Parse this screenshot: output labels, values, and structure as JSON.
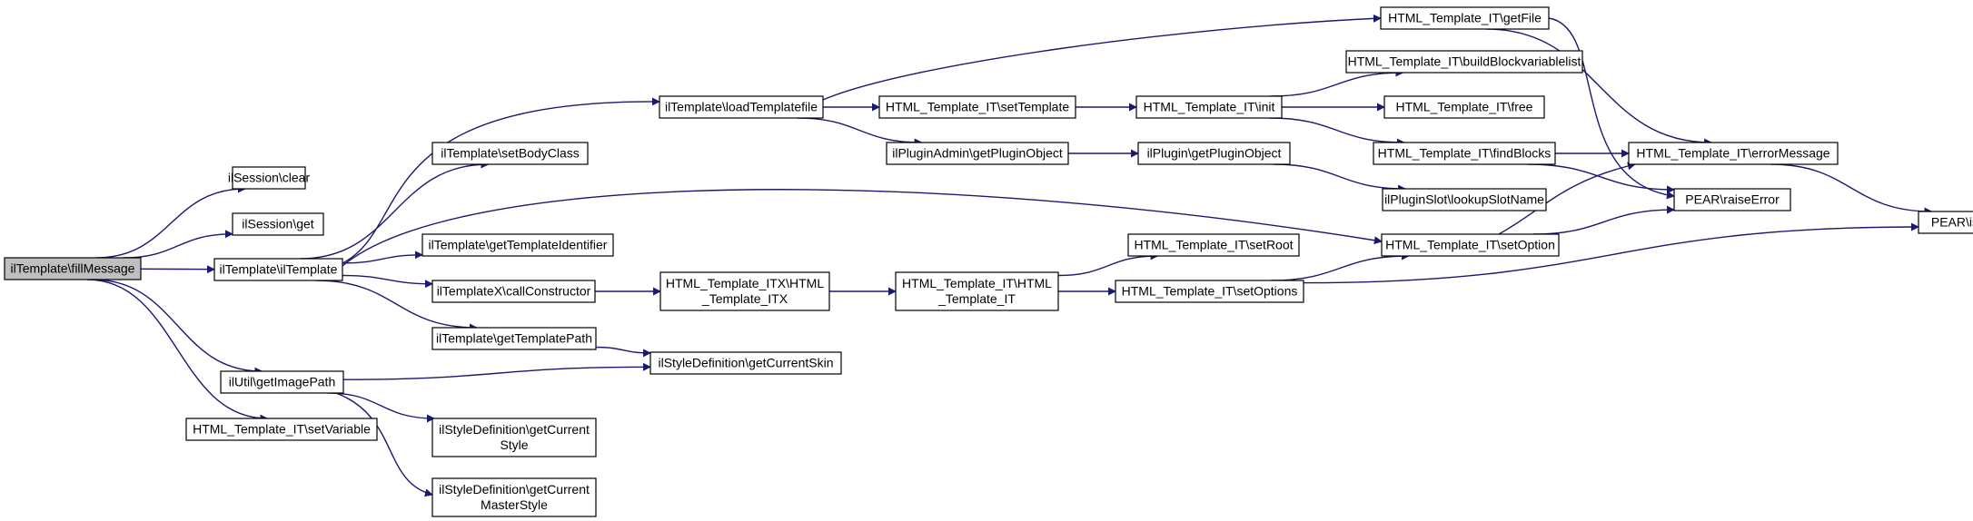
{
  "colors": {
    "edge": "#191970",
    "node_fill": "#ffffff",
    "root_fill": "#bfbfbf",
    "border": "#000000"
  },
  "nodes": [
    {
      "id": "fillMessage",
      "lines": [
        "ilTemplate\\fillMessage"
      ],
      "root": true
    },
    {
      "id": "sessionClear",
      "lines": [
        "ilSession\\clear"
      ]
    },
    {
      "id": "sessionGet",
      "lines": [
        "ilSession\\get"
      ]
    },
    {
      "id": "ilTemplateCtor",
      "lines": [
        "ilTemplate\\ilTemplate"
      ]
    },
    {
      "id": "getImagePath",
      "lines": [
        "ilUtil\\getImagePath"
      ]
    },
    {
      "id": "setVariable",
      "lines": [
        "HTML_Template_IT\\setVariable"
      ]
    },
    {
      "id": "loadTemplatefile",
      "lines": [
        "ilTemplate\\loadTemplatefile"
      ]
    },
    {
      "id": "setBodyClass",
      "lines": [
        "ilTemplate\\setBodyClass"
      ]
    },
    {
      "id": "getTemplateIdentifier",
      "lines": [
        "ilTemplate\\getTemplateIdentifier"
      ]
    },
    {
      "id": "callConstructor",
      "lines": [
        "ilTemplateX\\callConstructor"
      ]
    },
    {
      "id": "getTemplatePath",
      "lines": [
        "ilTemplate\\getTemplatePath"
      ]
    },
    {
      "id": "getCurrentSkin",
      "lines": [
        "ilStyleDefinition\\getCurrentSkin"
      ]
    },
    {
      "id": "getCurrentStyle",
      "lines": [
        "ilStyleDefinition\\getCurrent",
        "Style"
      ]
    },
    {
      "id": "getCurrentMasterStyle",
      "lines": [
        "ilStyleDefinition\\getCurrent",
        "MasterStyle"
      ]
    },
    {
      "id": "itxCtor",
      "lines": [
        "HTML_Template_ITX\\HTML",
        "_Template_ITX"
      ]
    },
    {
      "id": "itCtor",
      "lines": [
        "HTML_Template_IT\\HTML",
        "_Template_IT"
      ]
    },
    {
      "id": "setTemplate",
      "lines": [
        "HTML_Template_IT\\setTemplate"
      ]
    },
    {
      "id": "pluginAdminGet",
      "lines": [
        "ilPluginAdmin\\getPluginObject"
      ]
    },
    {
      "id": "itInit",
      "lines": [
        "HTML_Template_IT\\init"
      ]
    },
    {
      "id": "pluginGet",
      "lines": [
        "ilPlugin\\getPluginObject"
      ]
    },
    {
      "id": "setRoot",
      "lines": [
        "HTML_Template_IT\\setRoot"
      ]
    },
    {
      "id": "setOptions",
      "lines": [
        "HTML_Template_IT\\setOptions"
      ]
    },
    {
      "id": "getFile",
      "lines": [
        "HTML_Template_IT\\getFile"
      ]
    },
    {
      "id": "buildBlockvariablelist",
      "lines": [
        "HTML_Template_IT\\buildBlockvariablelist"
      ]
    },
    {
      "id": "itFree",
      "lines": [
        "HTML_Template_IT\\free"
      ]
    },
    {
      "id": "findBlocks",
      "lines": [
        "HTML_Template_IT\\findBlocks"
      ]
    },
    {
      "id": "lookupSlotName",
      "lines": [
        "ilPluginSlot\\lookupSlotName"
      ]
    },
    {
      "id": "setOption",
      "lines": [
        "HTML_Template_IT\\setOption"
      ]
    },
    {
      "id": "errorMessage",
      "lines": [
        "HTML_Template_IT\\errorMessage"
      ]
    },
    {
      "id": "raiseError",
      "lines": [
        "PEAR\\raiseError"
      ]
    },
    {
      "id": "isError",
      "lines": [
        "PEAR\\isError"
      ]
    }
  ],
  "edges": [
    [
      "fillMessage",
      "sessionClear"
    ],
    [
      "fillMessage",
      "sessionGet"
    ],
    [
      "fillMessage",
      "ilTemplateCtor"
    ],
    [
      "fillMessage",
      "getImagePath"
    ],
    [
      "fillMessage",
      "setVariable"
    ],
    [
      "ilTemplateCtor",
      "loadTemplatefile"
    ],
    [
      "ilTemplateCtor",
      "setBodyClass"
    ],
    [
      "ilTemplateCtor",
      "setOption"
    ],
    [
      "ilTemplateCtor",
      "getTemplateIdentifier"
    ],
    [
      "ilTemplateCtor",
      "callConstructor"
    ],
    [
      "ilTemplateCtor",
      "getTemplatePath"
    ],
    [
      "getImagePath",
      "getCurrentSkin"
    ],
    [
      "getImagePath",
      "getCurrentStyle"
    ],
    [
      "getImagePath",
      "getCurrentMasterStyle"
    ],
    [
      "getTemplatePath",
      "getCurrentSkin"
    ],
    [
      "callConstructor",
      "itxCtor"
    ],
    [
      "itxCtor",
      "itCtor"
    ],
    [
      "itCtor",
      "setRoot"
    ],
    [
      "itCtor",
      "setOptions"
    ],
    [
      "setOptions",
      "setOption"
    ],
    [
      "setOptions",
      "isError"
    ],
    [
      "loadTemplatefile",
      "getFile"
    ],
    [
      "loadTemplatefile",
      "setTemplate"
    ],
    [
      "loadTemplatefile",
      "pluginAdminGet"
    ],
    [
      "setTemplate",
      "itInit"
    ],
    [
      "pluginAdminGet",
      "pluginGet"
    ],
    [
      "pluginGet",
      "lookupSlotName"
    ],
    [
      "itInit",
      "buildBlockvariablelist"
    ],
    [
      "itInit",
      "itFree"
    ],
    [
      "itInit",
      "findBlocks"
    ],
    [
      "getFile",
      "errorMessage"
    ],
    [
      "getFile",
      "raiseError"
    ],
    [
      "findBlocks",
      "errorMessage"
    ],
    [
      "findBlocks",
      "raiseError"
    ],
    [
      "setOption",
      "errorMessage"
    ],
    [
      "setOption",
      "raiseError"
    ],
    [
      "errorMessage",
      "isError"
    ]
  ]
}
